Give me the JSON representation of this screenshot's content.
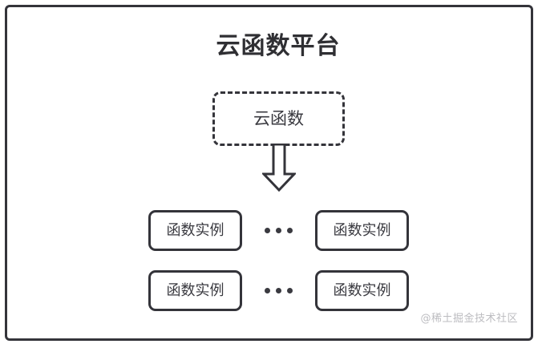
{
  "diagram": {
    "title": "云函数平台",
    "cloud_function": {
      "label": "云函数"
    },
    "arrow": {
      "icon": "down-block-arrow-icon"
    },
    "instance_rows": [
      {
        "left_instance": "函数实例",
        "ellipsis": "•••",
        "right_instance": "函数实例"
      },
      {
        "left_instance": "函数实例",
        "ellipsis": "•••",
        "right_instance": "函数实例"
      }
    ],
    "watermark": "@稀土掘金技术社区",
    "colors": {
      "stroke": "#34343a",
      "text": "#3a3a40",
      "title": "#2f2f33",
      "watermark": "#bcbcc0",
      "background": "#ffffff"
    }
  }
}
